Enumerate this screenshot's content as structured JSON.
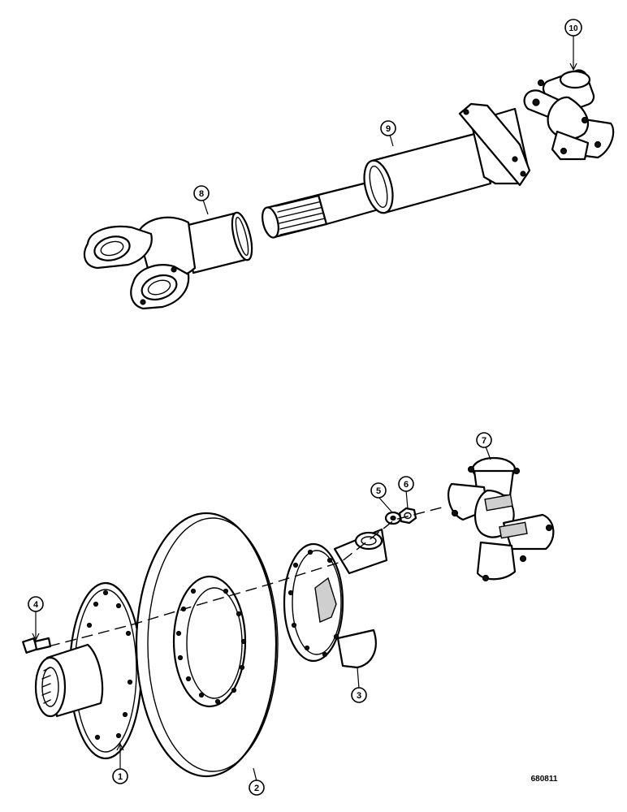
{
  "callouts": [
    {
      "id": "1",
      "label": "1"
    },
    {
      "id": "2",
      "label": "2"
    },
    {
      "id": "3",
      "label": "3"
    },
    {
      "id": "4",
      "label": "4"
    },
    {
      "id": "5",
      "label": "5"
    },
    {
      "id": "6",
      "label": "6"
    },
    {
      "id": "7",
      "label": "7"
    },
    {
      "id": "8",
      "label": "8"
    },
    {
      "id": "9",
      "label": "9"
    },
    {
      "id": "10",
      "label": "10"
    }
  ],
  "drawing_number": "680811"
}
